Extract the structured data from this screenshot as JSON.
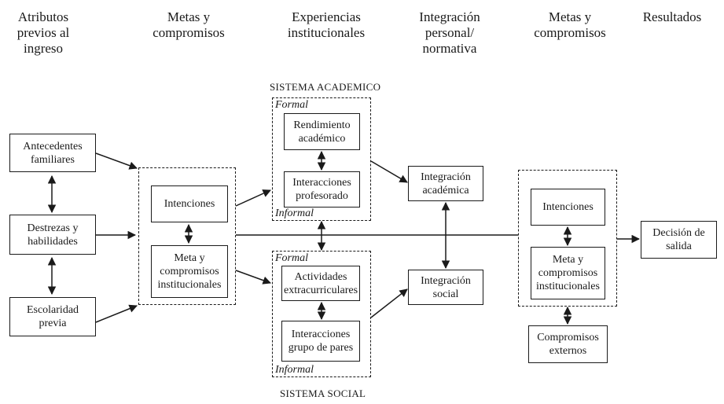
{
  "headers": {
    "col1": "Atributos previos al ingreso",
    "col2": "Metas y compromisos",
    "col3": "Experiencias institucionales",
    "col4": "Integración personal/ normativa",
    "col5": "Metas y compromisos",
    "col6": "Resultados"
  },
  "systems": {
    "academic": "SISTEMA ACADEMICO",
    "social": "SISTEMA SOCIAL",
    "formal": "Formal",
    "informal": "Informal"
  },
  "nodes": {
    "antecedentes": "Antecedentes familiares",
    "destrezas": "Destrezas y habilidades",
    "escolaridad": "Escolaridad previa",
    "intenciones1": "Intenciones",
    "meta1": "Meta y compromisos institucionales",
    "rendimiento": "Rendimiento académico",
    "interacciones_prof": "Interacciones profesorado",
    "actividades": "Actividades extracurriculares",
    "interacciones_pares": "Interacciones grupo de pares",
    "integracion_acad": "Integración académica",
    "integracion_social": "Integración social",
    "intenciones2": "Intenciones",
    "meta2": "Meta y compromisos institucionales",
    "compromisos_ext": "Compromisos externos",
    "decision": "Decisión de salida"
  }
}
